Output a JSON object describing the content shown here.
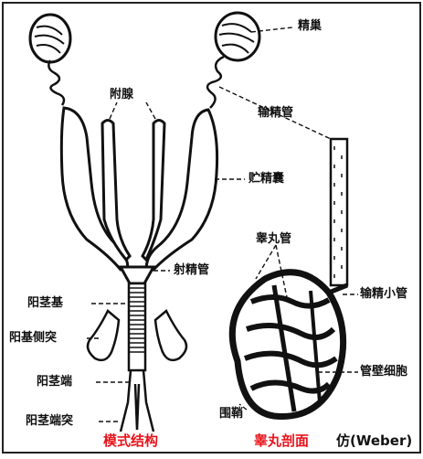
{
  "labels": {
    "testis": "精巢",
    "accessory_gland": "附腺",
    "vas_deferens": "输精管",
    "seminal_vesicle": "贮精囊",
    "testis_tube": "睾丸管",
    "ejaculatory_duct": "射精管",
    "efferent_duct": "输精小管",
    "aedeagus_base": "阳茎基",
    "lateral_process": "阳基侧突",
    "tube_wall_cell": "管壁细胞",
    "aedeagus_tip": "阳茎端",
    "sheath": "围鞘",
    "tip_process": "阳茎端突"
  },
  "captions": {
    "model_structure": "模式结构",
    "testis_section": "睾丸剖面",
    "source": "仿(Weber)"
  },
  "colors": {
    "caption_red": "#e8141c",
    "ink": "#111111"
  }
}
